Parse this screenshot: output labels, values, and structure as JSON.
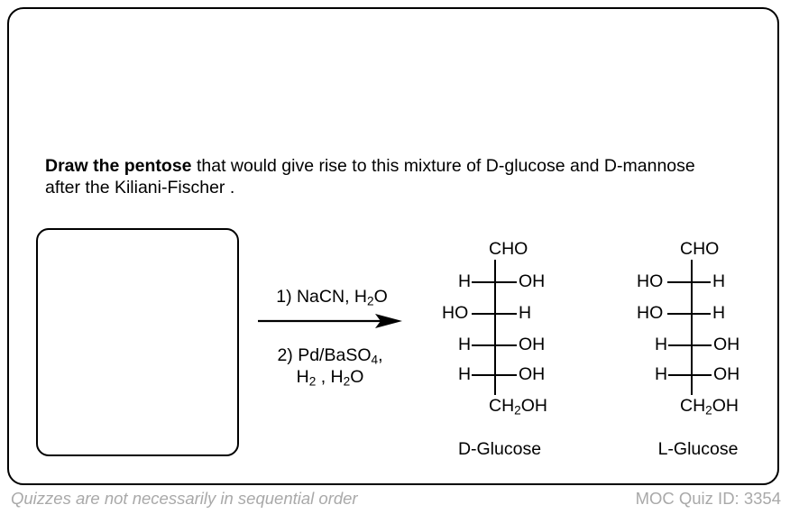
{
  "question": {
    "bold": "Draw the pentose",
    "rest": " that would give rise to this mixture of D-glucose and D-mannose after the Kiliani-Fischer ."
  },
  "reagents": {
    "step1": "1) NaCN, H",
    "step1_sub": "2",
    "step1_end": "O",
    "step2": "2) Pd/BaSO",
    "step2_sub": "4",
    "step2_end": ",",
    "step3_a": "H",
    "step3_a_sub": "2",
    "step3_b": " , H",
    "step3_b_sub": "2",
    "step3_c": "O"
  },
  "structures": {
    "d_glucose": {
      "name": "D-Glucose",
      "top": "CHO",
      "rows": [
        {
          "left": "H",
          "right": "OH"
        },
        {
          "left": "HO",
          "right": "H"
        },
        {
          "left": "H",
          "right": "OH"
        },
        {
          "left": "H",
          "right": "OH"
        }
      ],
      "bottom_a": "CH",
      "bottom_sub": "2",
      "bottom_b": "OH"
    },
    "l_glucose": {
      "name": "L-Glucose",
      "top": "CHO",
      "rows": [
        {
          "left": "HO",
          "right": "H"
        },
        {
          "left": "HO",
          "right": "H"
        },
        {
          "left": "H",
          "right": "OH"
        },
        {
          "left": "H",
          "right": "OH"
        }
      ],
      "bottom_a": "CH",
      "bottom_sub": "2",
      "bottom_b": "OH"
    }
  },
  "footer": {
    "left": "Quizzes are not necessarily in sequential order",
    "right": "MOC Quiz ID: 3354"
  }
}
